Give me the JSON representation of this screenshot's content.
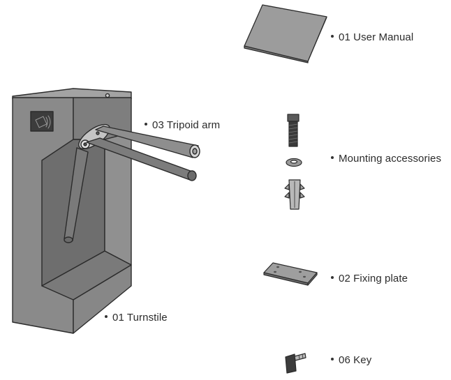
{
  "labels": {
    "user_manual": "01 User Manual",
    "tripoid_arm": "03 Tripoid arm",
    "mounting_accessories": "Mounting accessories",
    "fixing_plate": "02 Fixing plate",
    "turnstile": "01 Turnstile",
    "key": "06 Key"
  },
  "colors": {
    "body_front": "#8a8a8a",
    "body_dark": "#6e6e6e",
    "body_light": "#a3a3a3",
    "outline": "#2b2b2b",
    "metal": "#b5b5b5",
    "bolt_dark": "#3a3a3a"
  }
}
